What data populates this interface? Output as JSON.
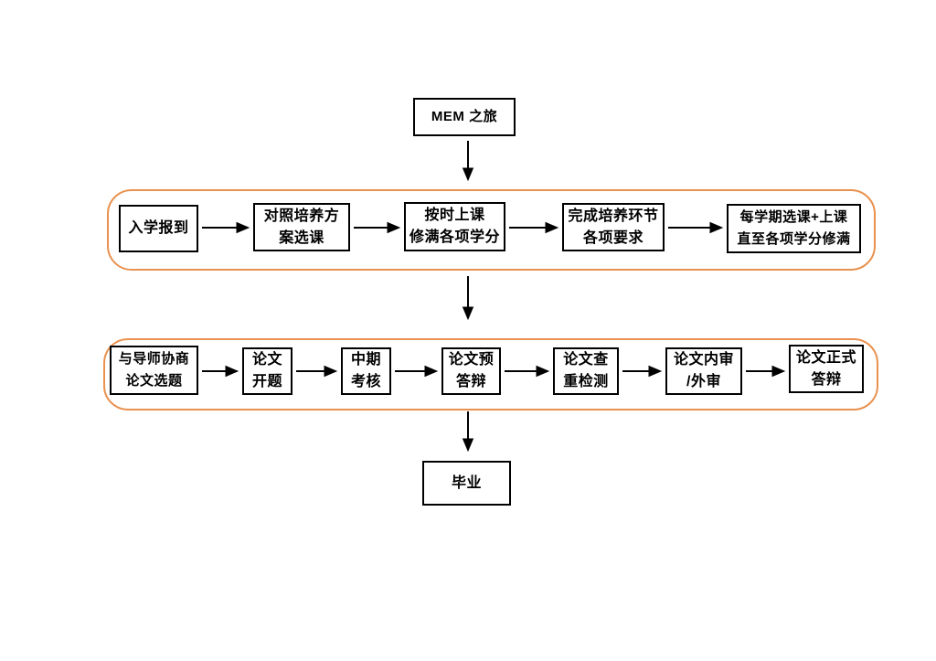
{
  "colors": {
    "stage_border": "#e9914e",
    "node_border": "#000000",
    "arrow": "#000000",
    "background": "#ffffff"
  },
  "flowchart": {
    "start": {
      "label": "MEM 之旅"
    },
    "stage1": {
      "boxes": [
        {
          "lines": [
            "入学报到"
          ]
        },
        {
          "lines": [
            "对照培养方",
            "案选课"
          ]
        },
        {
          "lines": [
            "按时上课",
            "修满各项学分"
          ]
        },
        {
          "lines": [
            "完成培养环节",
            "各项要求"
          ]
        },
        {
          "lines": [
            "每学期选课+上课",
            "直至各项学分修满"
          ]
        }
      ]
    },
    "stage2": {
      "boxes": [
        {
          "lines": [
            "与导师协商",
            "论文选题"
          ]
        },
        {
          "lines": [
            "论文",
            "开题"
          ]
        },
        {
          "lines": [
            "中期",
            "考核"
          ]
        },
        {
          "lines": [
            "论文预",
            "答辩"
          ]
        },
        {
          "lines": [
            "论文查",
            "重检测"
          ]
        },
        {
          "lines": [
            "论文内审",
            "/外审"
          ]
        },
        {
          "lines": [
            "论文正式",
            "答辩"
          ]
        }
      ]
    },
    "end": {
      "label": "毕业"
    }
  }
}
